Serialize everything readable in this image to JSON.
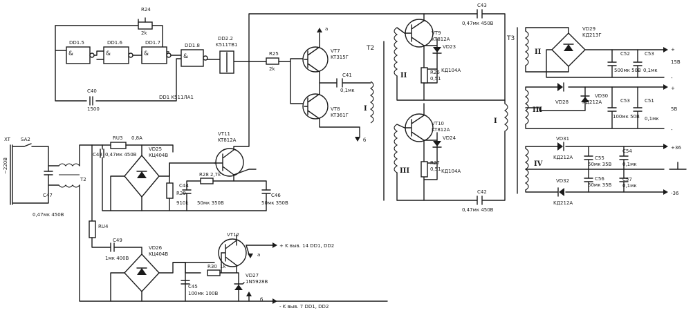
{
  "logic": {
    "dd1_5": "DD1.5",
    "dd1_6": "DD1.6",
    "dd1_7": "DD1.7",
    "dd1_8": "DD1.8",
    "dd2_2": "DD2.2",
    "dd2_2_type": "K511TB1",
    "amp": "&",
    "r24": "R24",
    "r24_val": "2k",
    "c40": "C40",
    "c40_val": "1500",
    "dd1_type": "DD1 K511ЛA1"
  },
  "driver": {
    "r25": "R25",
    "r25_val": "2k",
    "vt7": "VT7",
    "vt7_type": "KT315Г",
    "vt8": "VT8",
    "vt8_type": "KT361Г",
    "c41": "C41",
    "c41_val": "0,1мк",
    "t2": "T2",
    "w1": "I",
    "a_mark": "a",
    "b_mark": "б"
  },
  "output": {
    "c43": "C43",
    "c43_val": "0,47мк 450B",
    "c42": "C42",
    "c42_val": "0,47мк 450B",
    "vt9": "VT9",
    "vt9_type": "KT812A",
    "vd23": "VD23",
    "vd23_type": "KД104A",
    "r26": "R26",
    "r26_val": "0,51",
    "vt10": "VT10",
    "vt10_type": "KT812A",
    "vd24": "VD24",
    "vd24_type": "KД104A",
    "r27": "R27",
    "r27_val": "0,51",
    "w2": "II",
    "w3": "III",
    "w1": "I"
  },
  "secondary": {
    "t3": "T3",
    "w2": "II",
    "w3": "III",
    "w4": "IV",
    "vd29": "VD29",
    "vd29_type": "KД213Г",
    "c52": "C52",
    "c52_val": "500мк 50B",
    "c53": "C53",
    "c53_val": "0,1мк",
    "v15": "15B",
    "vd28": "VD28",
    "vd28_type": "KД212A",
    "vd30": "VD30",
    "vd30_type": "KД212A",
    "c50": "C53",
    "c50_val": "100мк 50B",
    "c51": "C51",
    "c51_val": "0,1мк",
    "v5": "5B",
    "vd31": "VD31",
    "vd31_type": "KД212A",
    "c55": "C55",
    "c55_val": "50мк 35B",
    "c54": "C54",
    "c54_val": "0,1мк",
    "vd32": "VD32",
    "vd32_type": "KД212A",
    "c56": "C56",
    "c56_val": "50мк 35B",
    "c57": "C57",
    "c57_val": "0,1мк",
    "vp36": "+36",
    "vm36": "-36",
    "plus": "+",
    "minus": "-"
  },
  "power": {
    "xt": "XT",
    "sa2": "SA2",
    "v220": "~220B",
    "c47": "C47",
    "c47_val": "0,47мк 450B",
    "t2": "T2",
    "ru3": "RU3",
    "ru3_val": "0,8A",
    "c48": "C48",
    "c48_val": "0,47мк 450B",
    "vd25": "VD25",
    "vd25_type": "KЦ404B",
    "vt11": "VT11",
    "vt11_type": "KT812A",
    "r28": "R28",
    "r28_val": "2,7k",
    "c44": "C44",
    "c44_val": "50мк 350B",
    "r29": "R29",
    "r29_val": "910k",
    "c46": "C46",
    "c46_val": "50мк 350B",
    "ru4": "RU4",
    "c49": "C49",
    "c49_val": "1мк 400B",
    "vd26": "VD26",
    "vd26_type": "KЦ404B",
    "vt12": "VT12",
    "r30": "R30",
    "r30_val": "1k",
    "vd27": "VD27",
    "vd27_type": "1N5928B",
    "c45": "C45",
    "c45_val": "100мк 100B",
    "to14": "+ K выв. 14 DD1, DD2",
    "to7": "- K выв. 7 DD1, DD2",
    "a_mark": "a",
    "b_mark": "б"
  }
}
